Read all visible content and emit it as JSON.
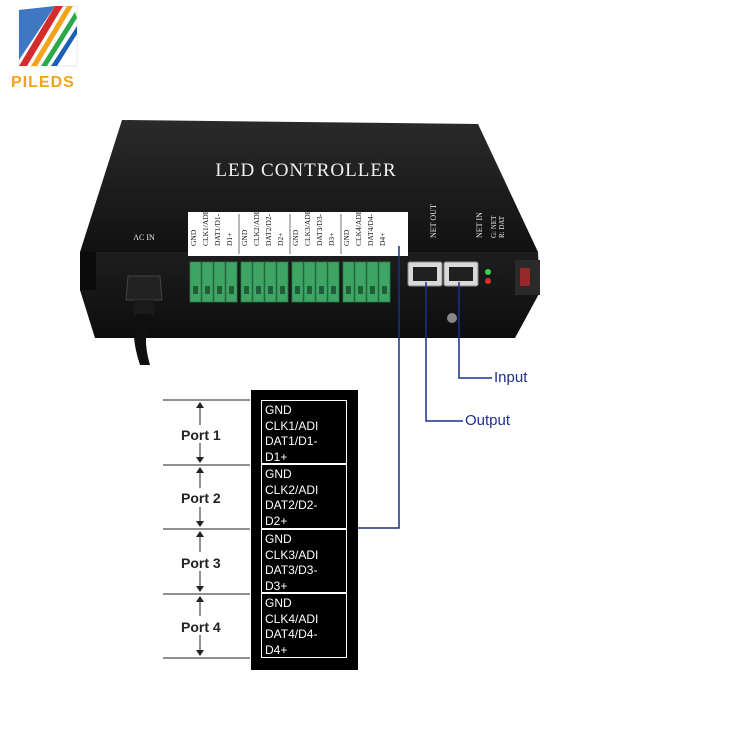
{
  "brand": {
    "name": "PILEDS",
    "colors": {
      "text": "#f3a21b",
      "red": "#d62b2b",
      "green": "#2aa84a",
      "blue": "#1d5fb8"
    }
  },
  "device": {
    "title": "LED CONTROLLER",
    "ac_label": "AC IN",
    "net_out_label": "NET OUT",
    "net_in_label": "NET IN",
    "led_legend": [
      "G: NET",
      "R: DAT"
    ],
    "body_color": "#1b1b1b",
    "terminal_color": "#3fa565",
    "terminal_groups": [
      [
        "GND",
        "CLK1/ADI",
        "DAT1/D1-",
        "D1+"
      ],
      [
        "GND",
        "CLK2/ADI",
        "DAT2/D2-",
        "D2+"
      ],
      [
        "GND",
        "CLK3/ADI",
        "DAT3/D3-",
        "D3+"
      ],
      [
        "GND",
        "CLK4/ADI",
        "DAT4/D4-",
        "D4+"
      ]
    ]
  },
  "callouts": {
    "input": "Input",
    "output": "Output",
    "line_color": "#1c2f8c"
  },
  "ports": [
    {
      "label": "Port 1",
      "pins": [
        "GND",
        "CLK1/ADI",
        "DAT1/D1-",
        "D1+"
      ]
    },
    {
      "label": "Port 2",
      "pins": [
        "GND",
        "CLK2/ADI",
        "DAT2/D2-",
        "D2+"
      ]
    },
    {
      "label": "Port 3",
      "pins": [
        "GND",
        "CLK3/ADI",
        "DAT3/D3-",
        "D3+"
      ]
    },
    {
      "label": "Port 4",
      "pins": [
        "GND",
        "CLK4/ADI",
        "DAT4/D4-",
        "D4+"
      ]
    }
  ]
}
